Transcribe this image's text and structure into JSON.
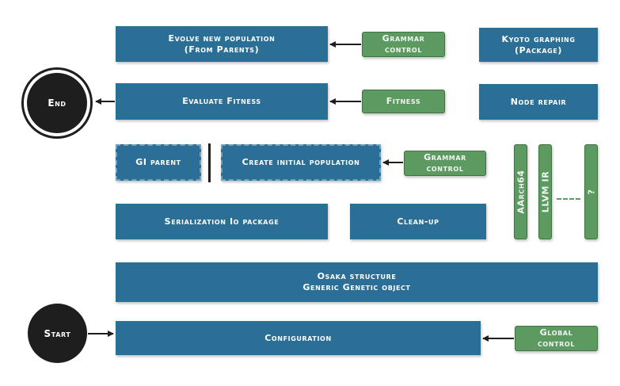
{
  "nodes": {
    "evolve": "Evolve new population\n(From Parents)",
    "grammar_control_top": "Grammar\ncontrol",
    "kyoto": "Kyoto graphing\n(Package)",
    "evaluate": "Evaluate Fitness",
    "fitness": "Fitness",
    "node_repair": "Node repair",
    "end": "End",
    "gi_parent": "GI parent",
    "create_initial": "Create initial population",
    "grammar_control_mid": "Grammar\ncontrol",
    "aarch64": "AArch64",
    "llvm_ir": "LLVM IR",
    "unknown": "?",
    "serialization": "Serialization Io package",
    "cleanup": "Clean-up",
    "osaka": "Osaka structure\nGeneric Genetic object",
    "start": "Start",
    "configuration": "Configuration",
    "global_control": "Global\ncontrol"
  },
  "colors": {
    "box": "#2b6e96",
    "control": "#5d9a62",
    "terminal": "#1e1e1e"
  }
}
